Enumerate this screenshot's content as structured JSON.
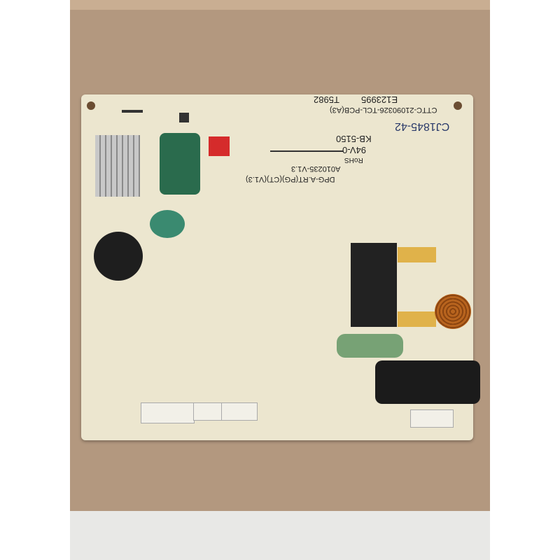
{
  "pcb_markings": {
    "lot": "T5982",
    "ul_file": "E123995",
    "pcb_code": "CTTC-21090326-TCL-PCB(A3)",
    "handwritten_code": "CJ1845-42",
    "laminate": "KB-5150",
    "flammability": "94V-0",
    "rohs": "RoHS",
    "part_number": "A010235-V1.3",
    "model": "DPG-A.RT(PG)(CT)(V1.3)"
  }
}
